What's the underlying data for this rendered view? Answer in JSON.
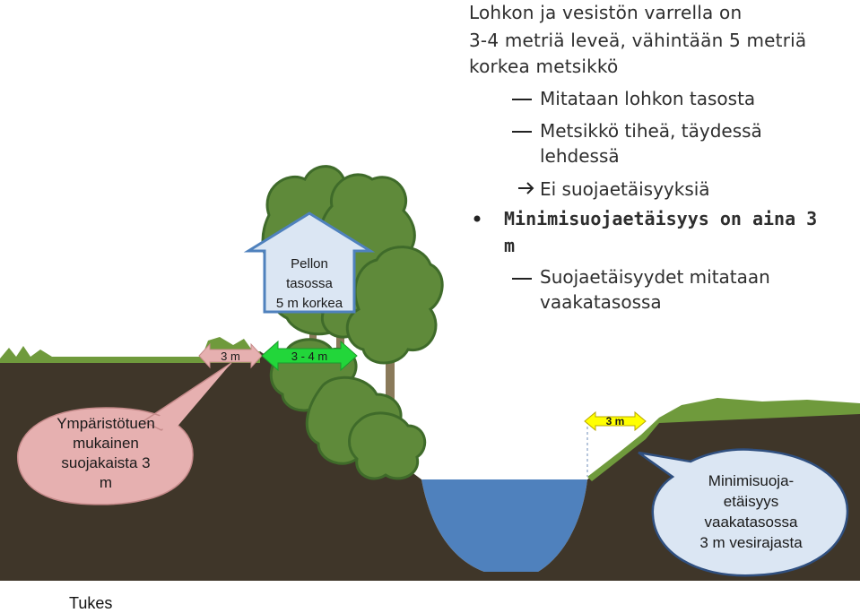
{
  "heading": {
    "line1": "Lohkon ja vesistön varrella on",
    "line2": "3-4 metriä leveä, vähintään 5 metriä",
    "line3": "korkea metsikkö"
  },
  "sub_points": {
    "item1": "Mitataan lohkon tasosta",
    "item2a": "Metsikkö tiheä, täydessä",
    "item2b": "lehdessä",
    "arrow_item": "Ei suojaetäisyyksiä"
  },
  "bullet": {
    "line1": "Minimisuojaetäisyys on aina 3",
    "line2": "m",
    "sub1a": "Suojaetäisyydet mitataan",
    "sub1b": "vaakatasossa"
  },
  "height_arrow": {
    "line1": "Pellon",
    "line2": "tasossa",
    "line3": "5 m korkea"
  },
  "measures": {
    "left_strip": "3 m",
    "forest_width": "3 - 4 m",
    "right_strip": "3 m"
  },
  "left_bubble": {
    "line1": "Ympäristötuen",
    "line2": "mukainen",
    "line3": "suojakaista 3",
    "line4": "m"
  },
  "right_bubble": {
    "line1": "Minimisuoja-",
    "line2": "etäisyys",
    "line3": "vaakatasossa",
    "line4": "3 m vesirajasta"
  },
  "footer": "Tukes",
  "colors": {
    "soil": "#3f3629",
    "grass": "#6f9a3c",
    "tree": "#5f8a3a",
    "tree_dark": "#3f6b2a",
    "trunk": "#8a7a5a",
    "water": "#4f81bd",
    "bubble_pink": "#e6b0b0",
    "bubble_blue": "#dbe6f3",
    "arrow_green": "#22d63a",
    "arrow_yellow": "#ffff00",
    "arrow_pink": "#e6b0b0",
    "height_arrow": "#dbe6f3"
  }
}
